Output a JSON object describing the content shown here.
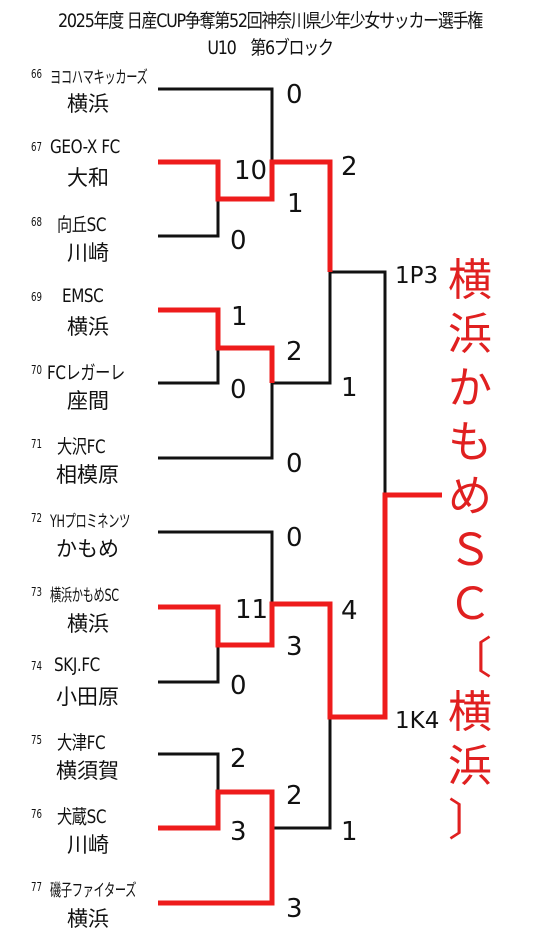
{
  "title": "2025年度 日産CUP争奪第52回神奈川県少年少女サッカー選手権 U10　第6ブロック",
  "colors": {
    "winner_line": "#ee1c1c",
    "loser_line": "#111111",
    "winner_text": "#e02020"
  },
  "teams": [
    {
      "num": "66",
      "name": "ヨコハマキッカーズ",
      "city": "横浜"
    },
    {
      "num": "67",
      "name": "GEO-X FC",
      "city": "大和"
    },
    {
      "num": "68",
      "name": "向丘SC",
      "city": "川崎"
    },
    {
      "num": "69",
      "name": "EMSC",
      "city": "横浜"
    },
    {
      "num": "70",
      "name": "FCレガーレ",
      "city": "座間"
    },
    {
      "num": "71",
      "name": "大沢FC",
      "city": "相模原"
    },
    {
      "num": "72",
      "name": "YHプロミネンツ",
      "city": "かもめ"
    },
    {
      "num": "73",
      "name": "横浜かもめSC",
      "city": "横浜"
    },
    {
      "num": "74",
      "name": "SKJ.FC",
      "city": "小田原"
    },
    {
      "num": "75",
      "name": "大津FC",
      "city": "横須賀"
    },
    {
      "num": "76",
      "name": "犬蔵SC",
      "city": "川崎"
    },
    {
      "num": "77",
      "name": "磯子ファイターズ",
      "city": "横浜"
    }
  ],
  "scores": {
    "r1_m1_top": "10",
    "r1_m1_bottom": "0",
    "r1_m2_top": "1",
    "r1_m2_bottom": "0",
    "r1_m3_top": "11",
    "r1_m3_bottom": "0",
    "r1_m4_top": "2",
    "r1_m4_bottom": "3",
    "r2_m1_top": "0",
    "r2_m1_bottom": "1",
    "r2_m2_top": "2",
    "r2_m2_bottom": "0",
    "r2_m3_top": "0",
    "r2_m3_bottom": "3",
    "r2_m4_top": "2",
    "r2_m4_bottom": "3",
    "sf_m1_top": "2",
    "sf_m1_bottom": "1",
    "sf_m2_top": "4",
    "sf_m2_bottom": "1",
    "final_top": "1P3",
    "final_bottom": "1K4"
  },
  "winner": {
    "chars": [
      "横",
      "浜",
      "か",
      "も",
      "め",
      "Ｓ",
      "Ｃ",
      "〔",
      "横",
      "浜",
      "〕"
    ]
  }
}
